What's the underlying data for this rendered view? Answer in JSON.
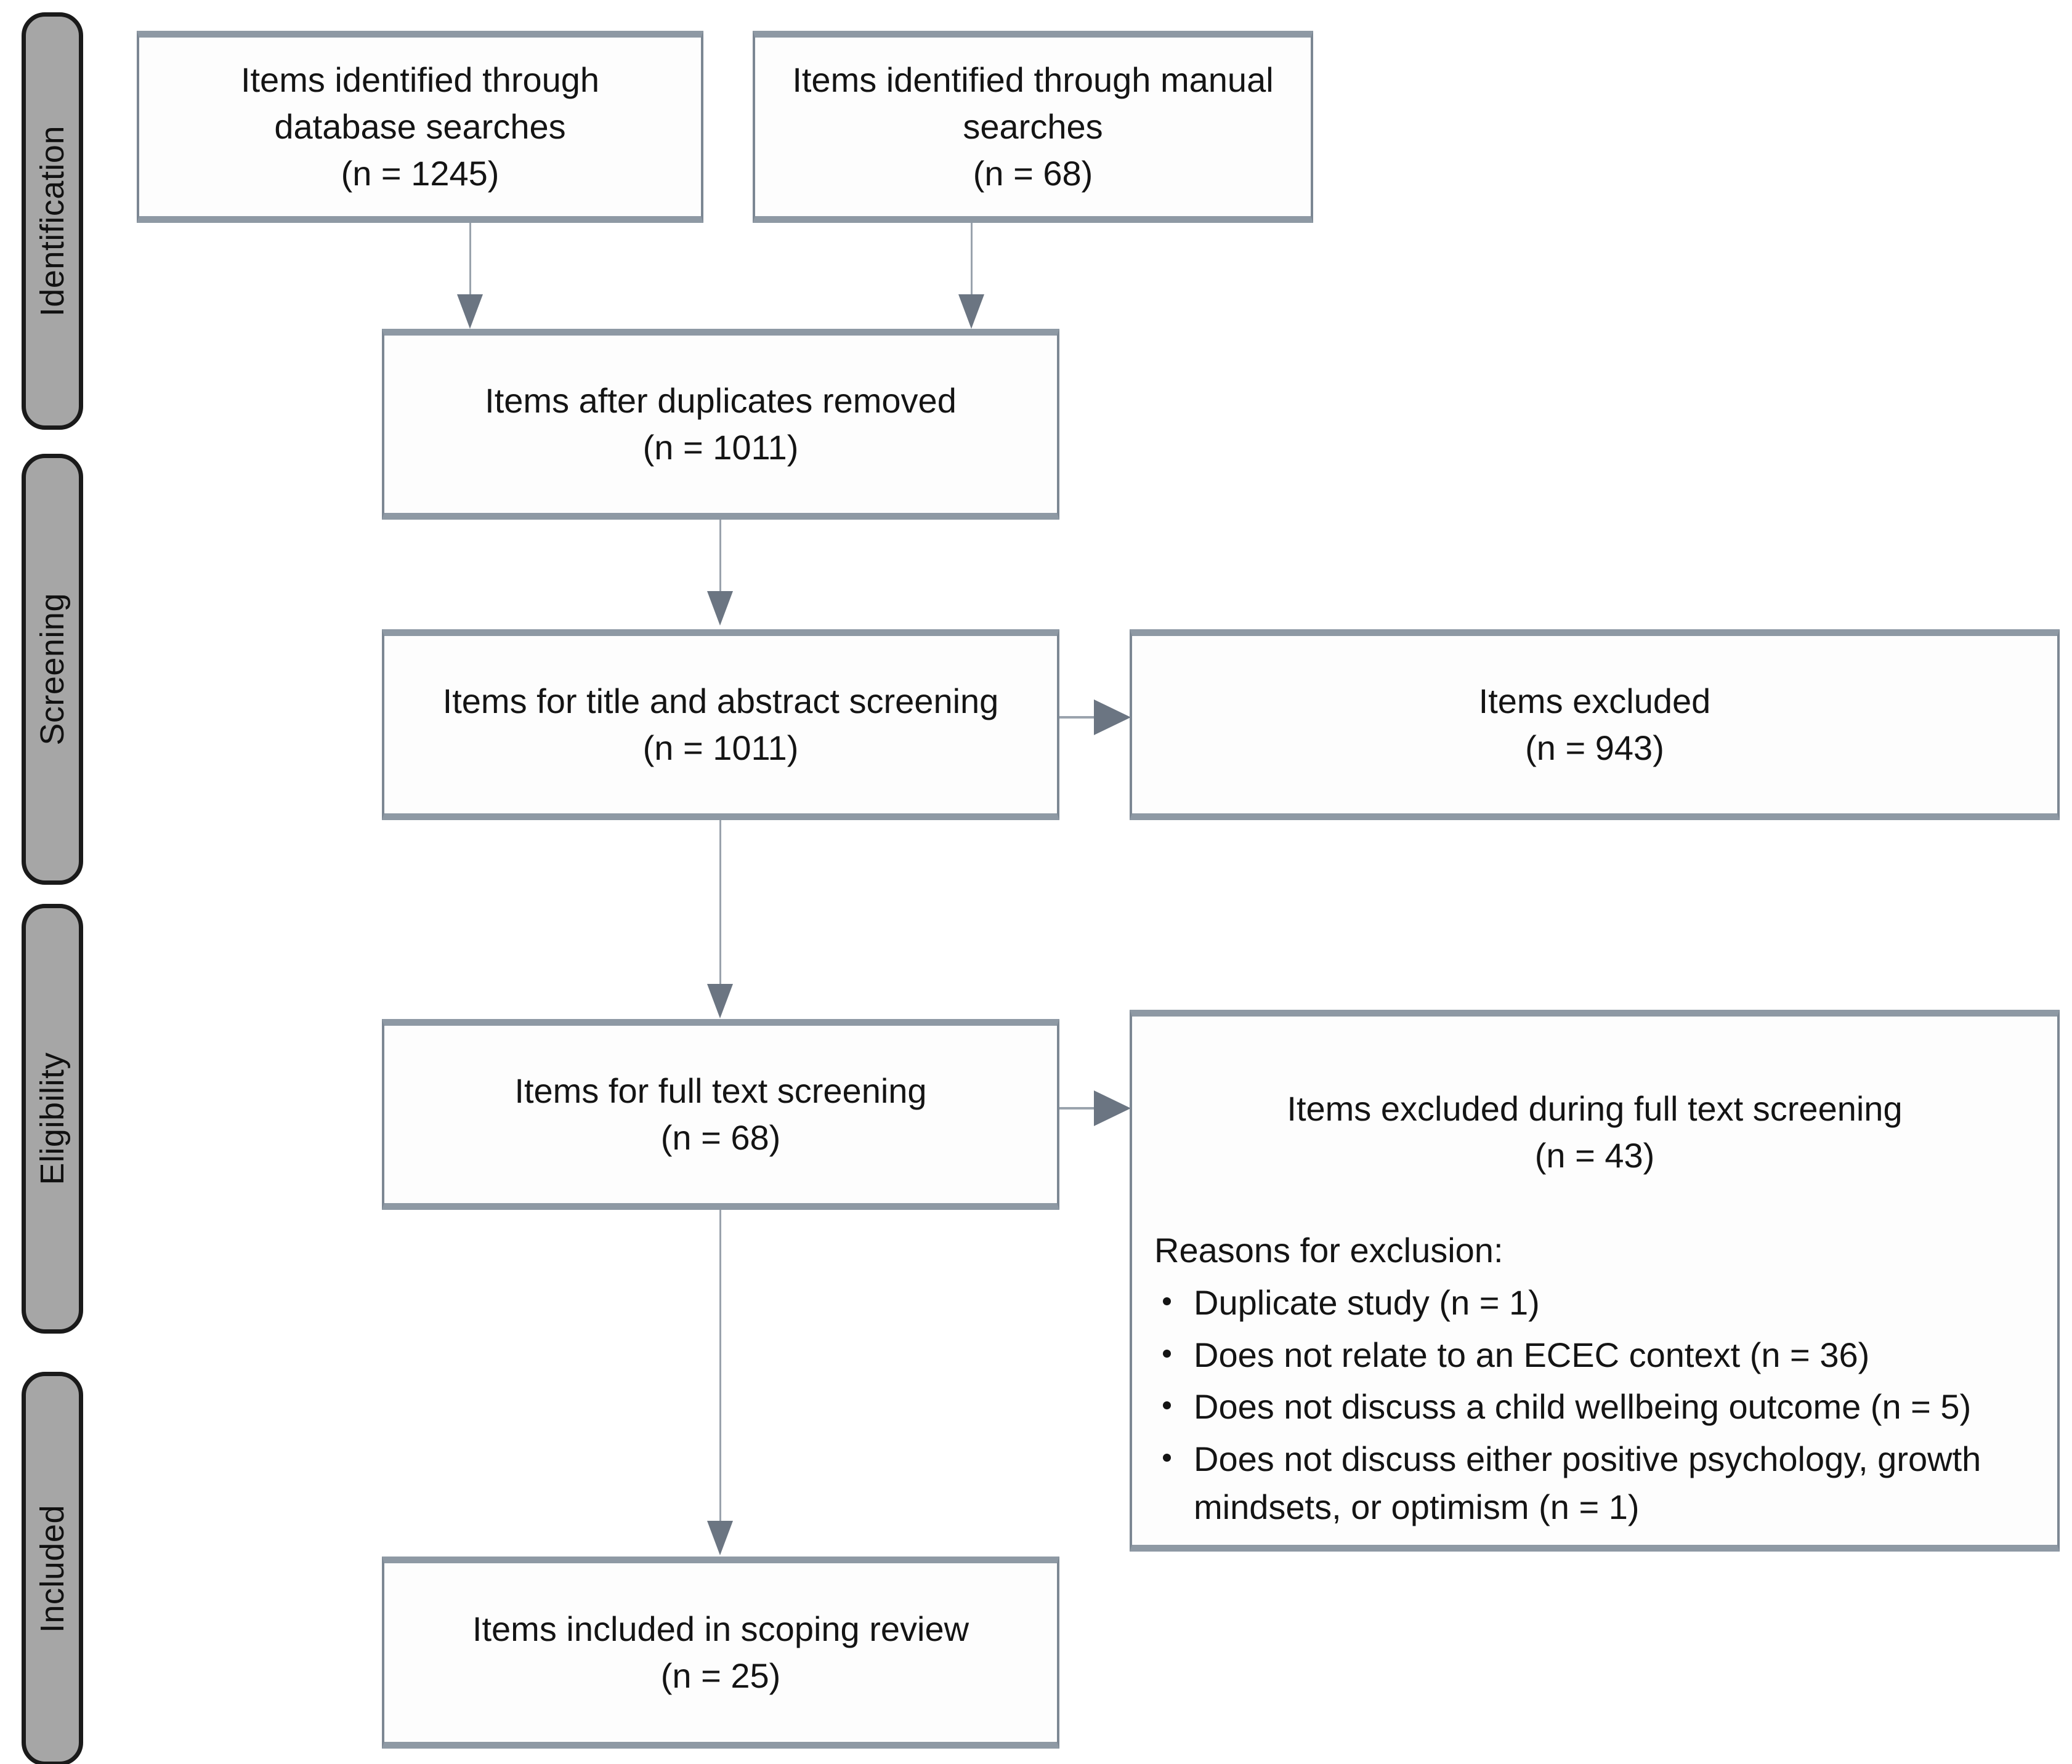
{
  "diagram": {
    "title": "PRISMA scoping review flow diagram",
    "colors": {
      "band_fill": "#a6a6a6",
      "band_border": "#1a1a1a",
      "box_border": "#7c8793",
      "connector": "#9aa3ad",
      "arrow": "#6b7582",
      "text": "#141414"
    }
  },
  "stages": [
    {
      "label": "Identification"
    },
    {
      "label": "Screening"
    },
    {
      "label": "Eligibility"
    },
    {
      "label": "Included"
    }
  ],
  "boxes": {
    "database_searches": {
      "text": "Items identified through\ndatabase searches",
      "count": "(n = 1245)"
    },
    "manual_searches": {
      "text": "Items identified through manual\nsearches",
      "count": "(n = 68)"
    },
    "duplicates_removed": {
      "text": "Items after duplicates removed",
      "count": "(n = 1011)"
    },
    "title_abstract_screening": {
      "text": "Items for title and abstract screening",
      "count": "(n = 1011)"
    },
    "items_excluded": {
      "text": "Items excluded",
      "count": "(n = 943)"
    },
    "full_text_screening": {
      "text": "Items for full text screening",
      "count": "(n = 68)"
    },
    "excluded_full_text": {
      "text": "Items excluded during full text screening",
      "count": "(n = 43)",
      "reasons_title": "Reasons for exclusion:",
      "reasons": [
        "Duplicate study (n = 1)",
        "Does not relate to an ECEC context (n = 36)",
        "Does not discuss a child wellbeing outcome (n = 5)",
        "Does not discuss either positive psychology, growth mindsets, or optimism (n = 1)"
      ]
    },
    "included_scoping_review": {
      "text": "Items included in scoping review",
      "count": "(n = 25)"
    }
  }
}
